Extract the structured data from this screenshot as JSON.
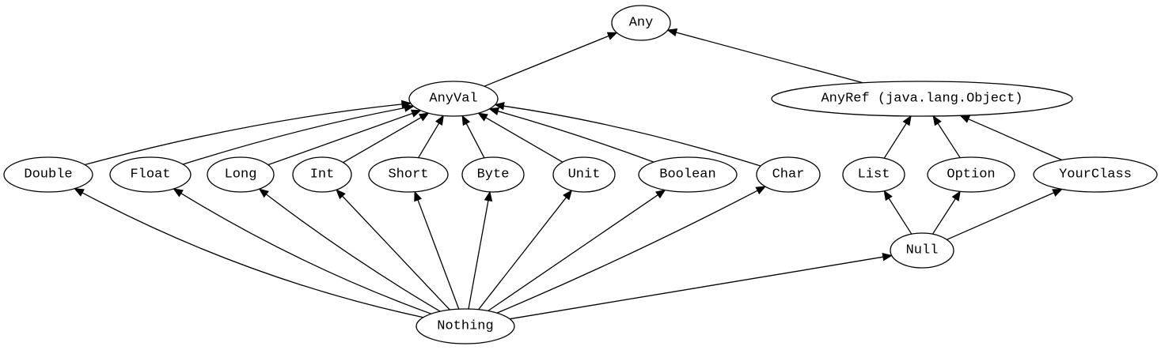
{
  "diagram": {
    "nodes": {
      "any": "Any",
      "anyval": "AnyVal",
      "anyref": "AnyRef (java.lang.Object)",
      "double": "Double",
      "float": "Float",
      "long": "Long",
      "int": "Int",
      "short": "Short",
      "byte": "Byte",
      "unit": "Unit",
      "boolean": "Boolean",
      "char": "Char",
      "list": "List",
      "option": "Option",
      "yourclass": "YourClass",
      "null": "Null",
      "nothing": "Nothing"
    },
    "edges": [
      {
        "from": "anyval",
        "to": "any"
      },
      {
        "from": "anyref",
        "to": "any"
      },
      {
        "from": "double",
        "to": "anyval"
      },
      {
        "from": "float",
        "to": "anyval"
      },
      {
        "from": "long",
        "to": "anyval"
      },
      {
        "from": "int",
        "to": "anyval"
      },
      {
        "from": "short",
        "to": "anyval"
      },
      {
        "from": "byte",
        "to": "anyval"
      },
      {
        "from": "unit",
        "to": "anyval"
      },
      {
        "from": "boolean",
        "to": "anyval"
      },
      {
        "from": "char",
        "to": "anyval"
      },
      {
        "from": "list",
        "to": "anyref"
      },
      {
        "from": "option",
        "to": "anyref"
      },
      {
        "from": "yourclass",
        "to": "anyref"
      },
      {
        "from": "null",
        "to": "list"
      },
      {
        "from": "null",
        "to": "option"
      },
      {
        "from": "null",
        "to": "yourclass"
      },
      {
        "from": "nothing",
        "to": "double"
      },
      {
        "from": "nothing",
        "to": "float"
      },
      {
        "from": "nothing",
        "to": "long"
      },
      {
        "from": "nothing",
        "to": "int"
      },
      {
        "from": "nothing",
        "to": "short"
      },
      {
        "from": "nothing",
        "to": "byte"
      },
      {
        "from": "nothing",
        "to": "unit"
      },
      {
        "from": "nothing",
        "to": "boolean"
      },
      {
        "from": "nothing",
        "to": "char"
      },
      {
        "from": "nothing",
        "to": "null"
      }
    ]
  }
}
